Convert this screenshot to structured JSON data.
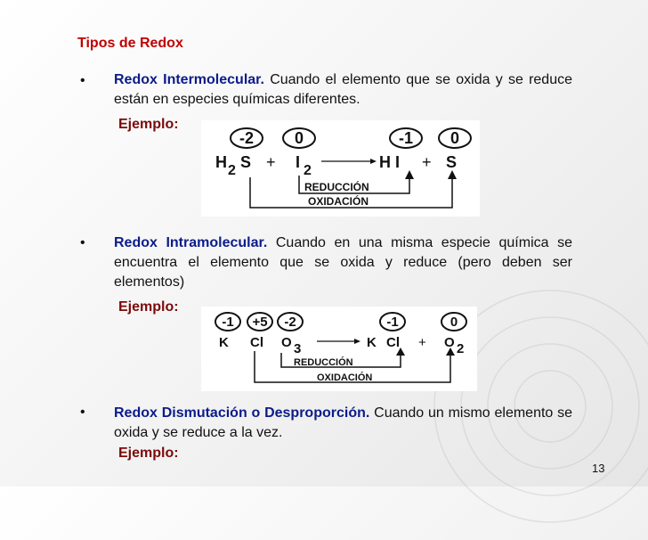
{
  "title": "Tipos de Redox",
  "bullet_glyph": "•",
  "items": [
    {
      "term": "Redox Intermolecular.",
      "text": "Cuando el elemento que se oxida y se reduce están en especies químicas diferentes.",
      "example_label": "Ejemplo:",
      "diagram": {
        "ox_states": [
          "-2",
          "0",
          "-1",
          "0"
        ],
        "species": [
          "H",
          "2",
          "S",
          "+",
          "I",
          "2",
          "H I",
          "+",
          "S"
        ],
        "reduction_label": "REDUCCIÓN",
        "oxidation_label": "OXIDACIÓN"
      }
    },
    {
      "term": "Redox Intramolecular.",
      "text": "Cuando en una misma especie química se encuentra el elemento que se oxida y reduce (pero deben ser elementos)",
      "example_label": "Ejemplo:",
      "diagram": {
        "ox_states": [
          "-1",
          "+5",
          "-2",
          "-1",
          "0"
        ],
        "species": [
          "K",
          "Cl",
          "O",
          "3",
          "K",
          "Cl",
          "+",
          "O",
          "2"
        ],
        "reduction_label": "REDUCCIÓN",
        "oxidation_label": "OXIDACIÓN"
      }
    },
    {
      "term": "Redox Dismutación o Desproporción.",
      "text": "Cuando un mismo elemento se oxida y se reduce a la vez.",
      "example_label": "Ejemplo:"
    }
  ],
  "page_number": "13"
}
